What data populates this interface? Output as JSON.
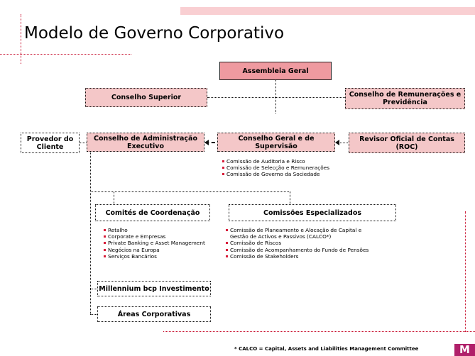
{
  "title": "Modelo de Governo Corporativo",
  "colors": {
    "accent_light": "#f9cfd2",
    "box_pink": "#f4c7c8",
    "box_pink_strong": "#ef9aa0",
    "dotted_red": "#c8102e",
    "bullet": "#d81e3a",
    "logo": "#b0206a"
  },
  "boxes": {
    "assembleia": "Assembleia Geral",
    "conselho_superior": "Conselho Superior",
    "conselho_remuneracoes": "Conselho de Remunerações e Previdência",
    "provedor": "Provedor do Cliente",
    "conselho_admin": "Conselho de Administração Executivo",
    "conselho_geral": "Conselho Geral e de Supervisão",
    "revisor": "Revisor Oficial de Contas (ROC)",
    "comites": "Comités de Coordenação",
    "comissoes": "Comissões Especializados",
    "millennium": "Millennium bcp Investimento",
    "areas": "Áreas Corporativas"
  },
  "lists": {
    "conselho_geral": [
      "Comissão de Auditoria e Risco",
      "Comissão de Selecção e Remunerações",
      "Comissão de Governo da Sociedade"
    ],
    "comites": [
      "Retalho",
      "Corporate e Empresas",
      "Private Banking e Asset Management",
      "Negócios na Europa",
      "Serviços Bancários"
    ],
    "comissoes": [
      "Comissão de Planeamento e Alocação de Capital e",
      "Gestão de Activos e Passivos (CALCO*)",
      "Comissão de Riscos",
      "Comissão de Acompanhamento do Fundo de Pensões",
      "Comissão de Stakeholders"
    ]
  },
  "footnote": "* CALCO = Capital, Assets and Liabilities Management Committee",
  "logo_letter": "M"
}
